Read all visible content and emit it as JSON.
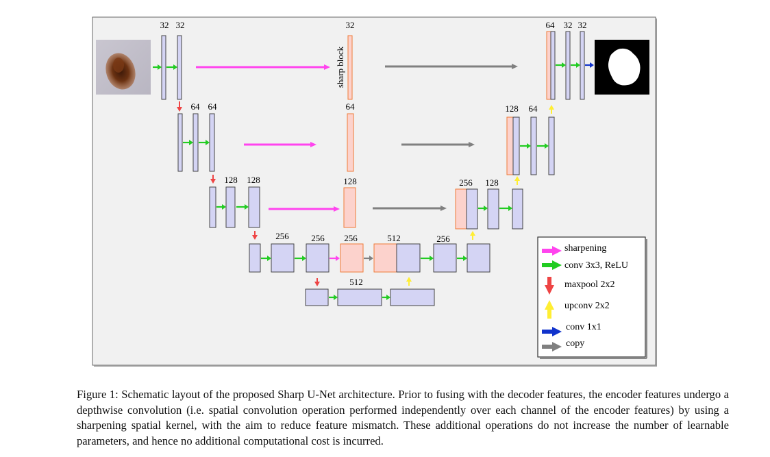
{
  "diagram": {
    "level1": {
      "enc_labels": [
        "32",
        "32"
      ],
      "sharp_label": "32",
      "sharp_block_label": "sharp block",
      "dec_labels": [
        "64",
        "32",
        "32"
      ]
    },
    "level2": {
      "enc_labels": [
        "64",
        "64"
      ],
      "sharp_label": "64",
      "dec_labels": [
        "128",
        "64"
      ]
    },
    "level3": {
      "enc_labels": [
        "128",
        "128"
      ],
      "sharp_label": "128",
      "dec_labels": [
        "256",
        "128"
      ]
    },
    "level4": {
      "labels": [
        "256",
        "256",
        "256",
        "512",
        "256"
      ]
    },
    "level5": {
      "label": "512"
    },
    "colors": {
      "encoder_fill": "#d4d4f4",
      "sharp_fill": "#fcd2cc",
      "sharp_stroke": "#f07a38",
      "figure_bg": "#f1f1f1",
      "sharpening": "#ff44ee",
      "conv": "#22cc22",
      "maxpool": "#ee4444",
      "upconv": "#ffee33",
      "conv1x1": "#1133cc",
      "copy": "#808080"
    }
  },
  "legend": {
    "sharpening": "sharpening",
    "conv": "conv 3x3, ReLU",
    "maxpool": "maxpool 2x2",
    "upconv": "upconv 2x2",
    "conv1x1": "conv 1x1",
    "copy": "copy"
  },
  "caption": "Figure 1: Schematic layout of the proposed Sharp U-Net architecture. Prior to fusing with the decoder features, the encoder features undergo a depthwise convolution (i.e. spatial convolution operation performed independently over each channel of the encoder features) by using a sharpening spatial kernel, with the aim to reduce feature mismatch. These additional operations do not increase the number of learnable parameters, and hence no additional computational cost is incurred."
}
